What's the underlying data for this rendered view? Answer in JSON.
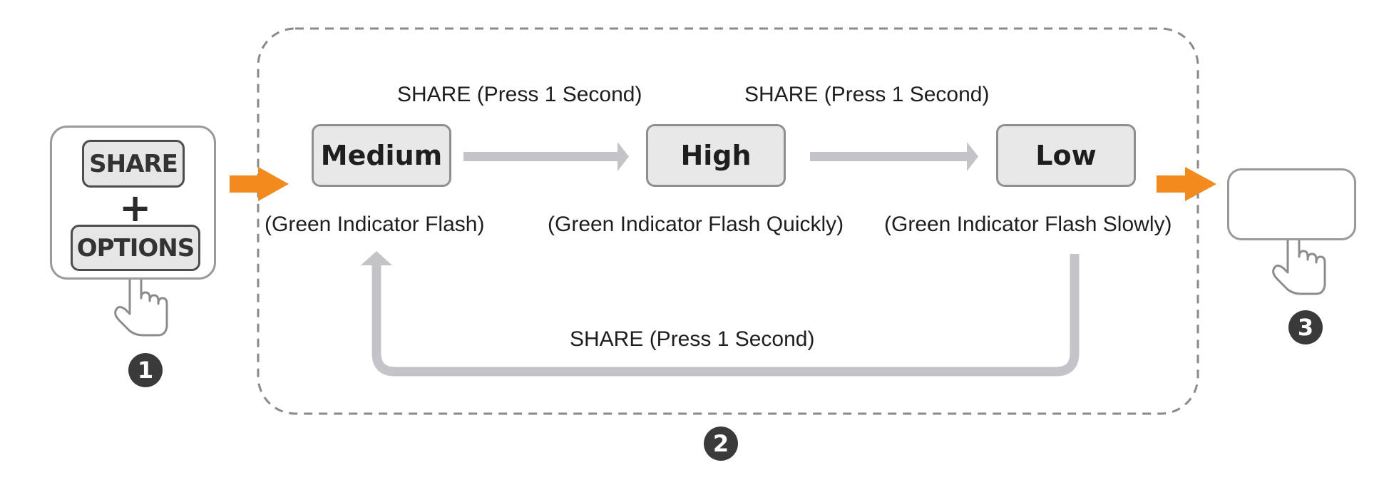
{
  "step1": {
    "share_key": "SHARE",
    "plus": "+",
    "options_key": "OPTIONS",
    "badge": "1"
  },
  "step2": {
    "badge": "2",
    "modes": [
      {
        "label": "Medium",
        "caption": "(Green Indicator Flash)"
      },
      {
        "label": "High",
        "caption": "(Green Indicator Flash Quickly)"
      },
      {
        "label": "Low",
        "caption": "(Green Indicator Flash Slowly)"
      }
    ],
    "transitions": [
      "SHARE (Press 1 Second)",
      "SHARE (Press 1 Second)",
      "SHARE (Press 1 Second)"
    ]
  },
  "step3": {
    "badge": "3"
  },
  "colors": {
    "arrow_orange": "#f28a1e",
    "arrow_gray": "#c4c4c8",
    "dashed_border": "#8a8a8a",
    "badge_fill": "#3a3a3a"
  },
  "icons": [
    "pointing-hand-icon",
    "dpad-icon"
  ]
}
